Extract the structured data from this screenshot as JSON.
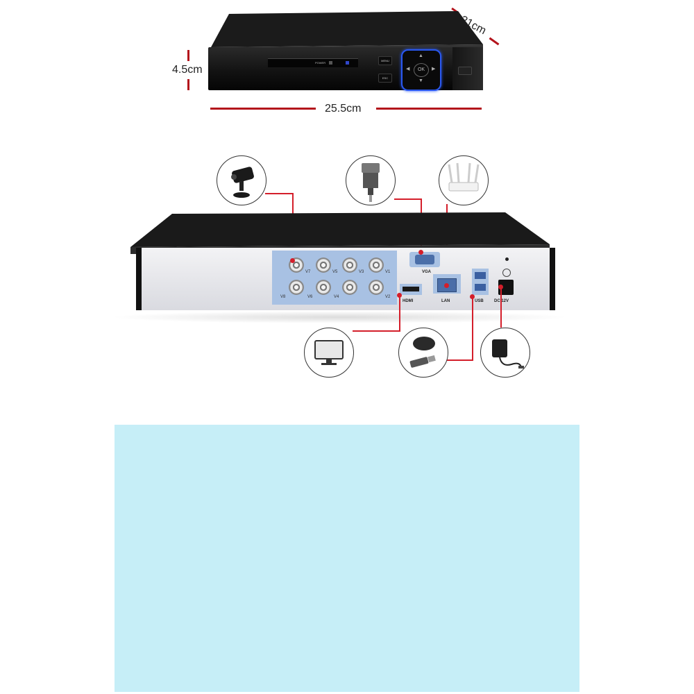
{
  "dimensions": {
    "depth": "21cm",
    "height": "4.5cm",
    "width": "25.5cm"
  },
  "front_panel": {
    "power_label": "POWER",
    "menu_label": "MENU",
    "esc_label": "ESC",
    "ok_label": "OK"
  },
  "rear_panel": {
    "camera_inputs": [
      "V7",
      "V5",
      "V3",
      "V1",
      "V8",
      "V6",
      "V4",
      "V2"
    ],
    "ports": {
      "vga": "VGA",
      "hdmi": "HDMI",
      "lan": "LAN",
      "usb": "USB",
      "power": "DC 12V"
    }
  },
  "connected_devices": {
    "top": [
      "camera-icon",
      "vga-cable-icon",
      "router-icon"
    ],
    "bottom": [
      "monitor-icon",
      "mouse-usb-icon",
      "power-adapter-icon"
    ]
  },
  "colors": {
    "dimension_lines": "#b3131b",
    "connector_lines": "#d41e2a",
    "nav_pad_glow": "#2a58f0",
    "rear_highlight": "#a8c1e3",
    "placeholder_area": "#c6eef7"
  }
}
